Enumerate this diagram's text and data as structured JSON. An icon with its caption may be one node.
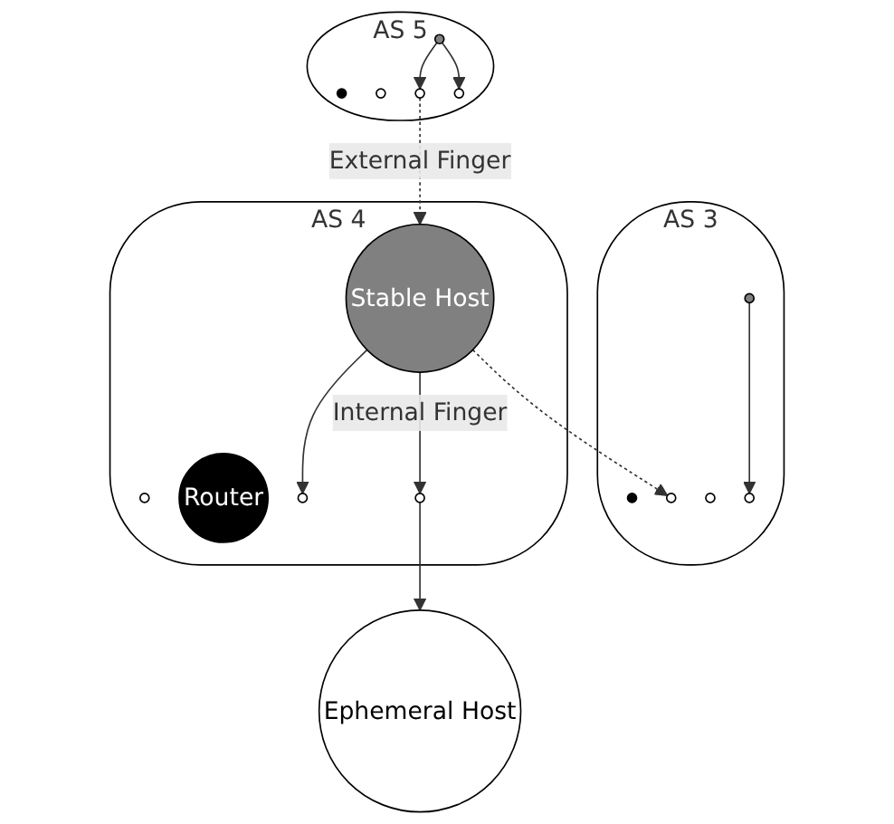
{
  "diagram": {
    "nodes": [
      {
        "text": [
          "AS 3"
        ]
      },
      {
        "text": [],
        "shape": "circle",
        "in": 0
      },
      {
        "text": [],
        "shape": "circle",
        "in": 0
      },
      {
        "text": [],
        "shape": "circle",
        "in": 0
      },
      {
        "text": [],
        "shape": "circle",
        "in": 0
      },
      {
        "text": [],
        "shape": "circle",
        "in": 0
      },
      {
        "text": [
          "AS 4"
        ]
      },
      {
        "text": [],
        "shape": "circle",
        "in": 6
      },
      {
        "text": [
          "Stable Host"
        ],
        "in": 6
      },
      {
        "text": [
          "Router"
        ],
        "in": 6
      },
      {
        "text": [],
        "shape": "circle",
        "in": 6
      },
      {
        "text": [],
        "shape": "circle",
        "in": 6
      },
      {
        "text": [
          "Ephemeral Host"
        ]
      },
      {
        "text": [
          "AS 5"
        ]
      },
      {
        "text": [],
        "shape": "circle",
        "in": 13
      },
      {
        "text": [],
        "shape": "circle",
        "in": 13
      },
      {
        "text": [],
        "shape": "circle",
        "in": 13
      },
      {
        "text": [],
        "shape": "circle",
        "in": 13
      },
      {
        "text": [],
        "shape": "circle",
        "in": 13
      }
    ],
    "edges": [
      {
        "from": 2,
        "to": 5,
        "arrow": "to"
      },
      {
        "from": 8,
        "to": 3,
        "arrow": "to",
        "style": "dashed"
      },
      {
        "from": 17,
        "to": 8,
        "arrow": "to",
        "style": "dashed",
        "label": "External Finger"
      },
      {
        "from": 8,
        "to": 10,
        "arrow": "to"
      },
      {
        "from": 8,
        "to": 11,
        "arrow": "to",
        "label": "Internal Finger"
      },
      {
        "from": 11,
        "to": 12,
        "arrow": "to"
      },
      {
        "from": 16,
        "to": 18,
        "arrow": "to"
      },
      {
        "from": 16,
        "to": 17,
        "arrow": "to"
      }
    ]
  }
}
